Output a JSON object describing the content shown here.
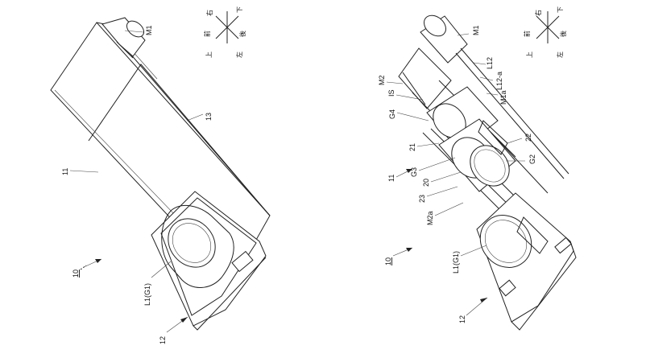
{
  "figure_left": {
    "ref_main": "10",
    "labels": {
      "motor": "M1",
      "cover": "13",
      "body": "11",
      "lens": "L1(G1)",
      "front": "12"
    }
  },
  "figure_right": {
    "ref_main": "10",
    "labels": {
      "motor1": "M1",
      "l12": "L12",
      "l12a": "L12-a",
      "m1a": "M1a",
      "m2": "M2",
      "is": "IS",
      "g4": "G4",
      "r21": "21",
      "r22": "22",
      "g2": "G2",
      "g3": "G3",
      "r20": "20",
      "r23": "23",
      "m2a": "M2a",
      "body": "11",
      "lens": "L1(G1)",
      "front": "12"
    }
  },
  "compass": {
    "right": "右",
    "down": "下",
    "front": "前",
    "back": "後",
    "up": "上",
    "left": "左"
  }
}
